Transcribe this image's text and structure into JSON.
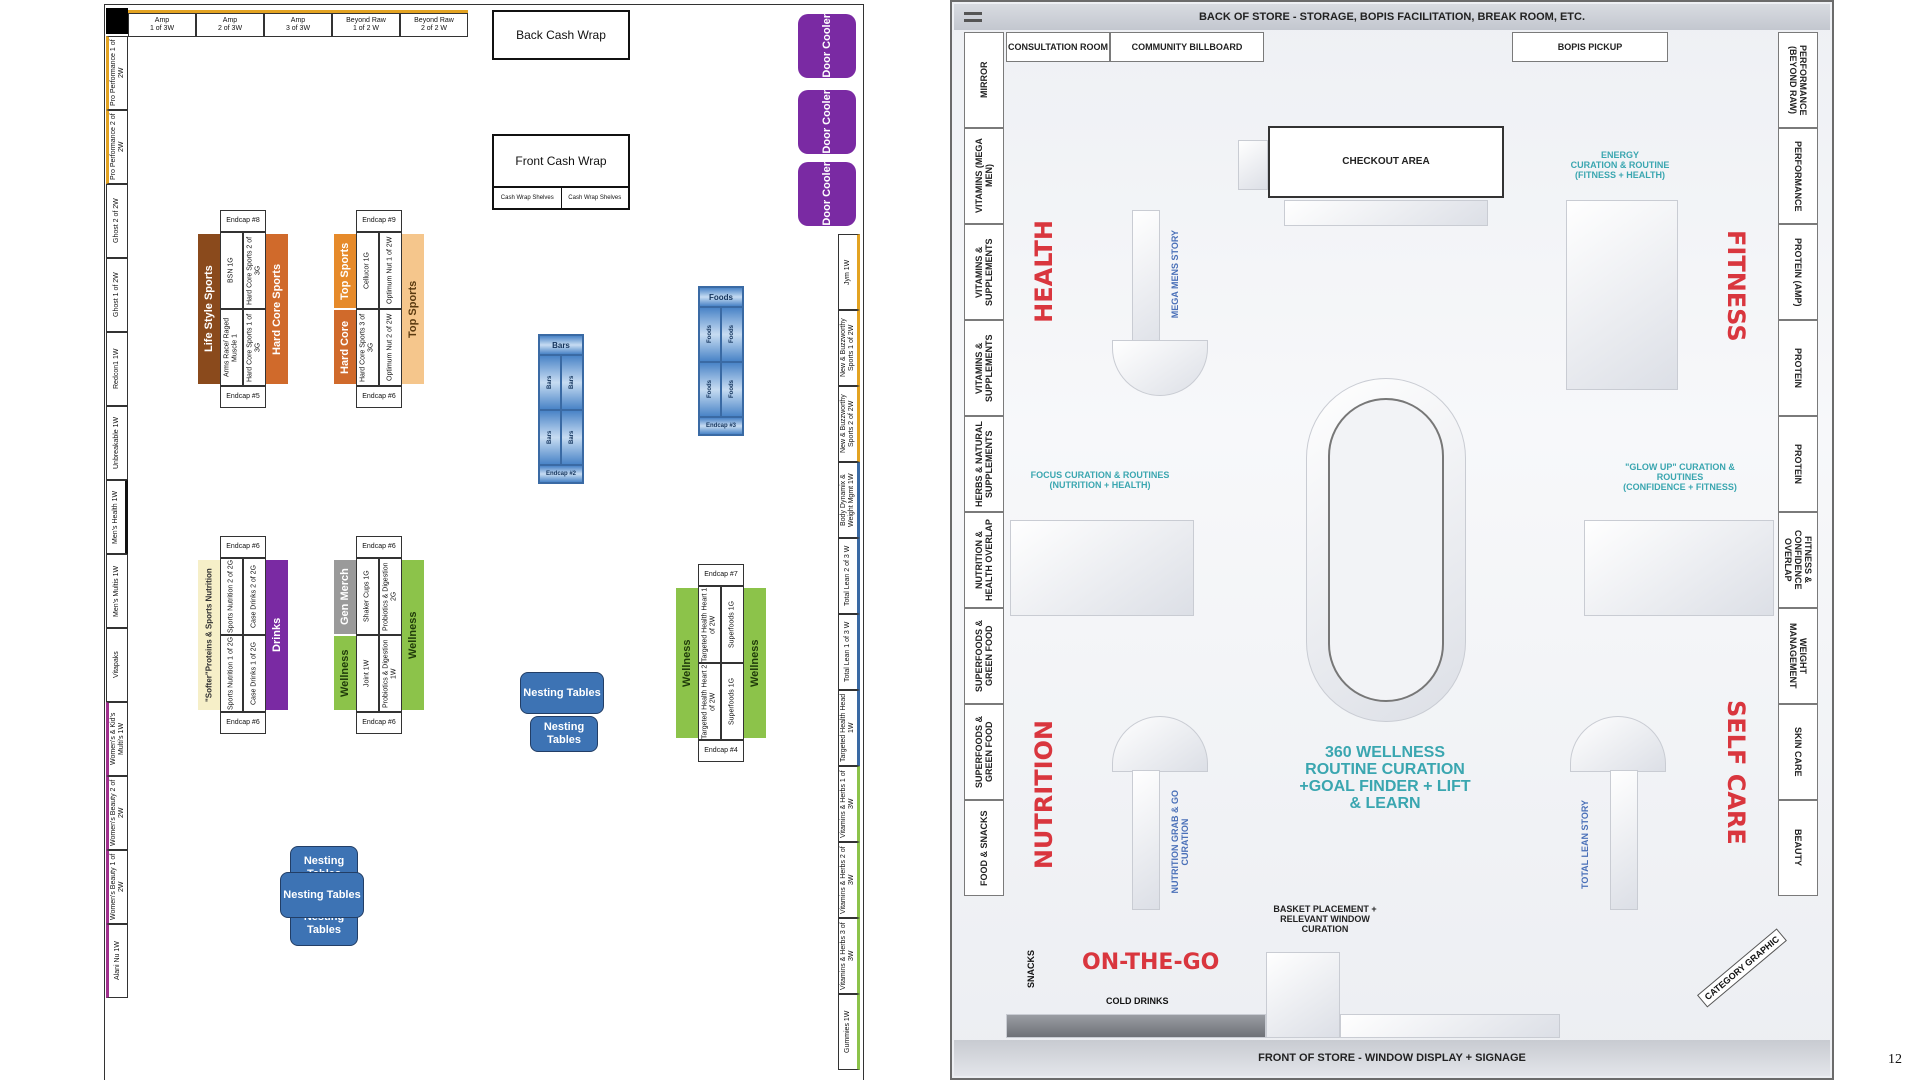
{
  "colors": {
    "purple": "#7a2aa3",
    "brown": "#8a4a1c",
    "orange": "#d06a2b",
    "peach": "#f5c68c",
    "green": "#8cc34a",
    "gray": "#9a9a9a",
    "cream": "#f6efc8",
    "blue": "#3d73b4",
    "red": "#d9363e"
  },
  "left": {
    "top_row": [
      "Amp\n1 of 3W",
      "Amp\n2 of 3W",
      "Amp\n3 of 3W",
      "Beyond Raw\n1 of 2 W",
      "Beyond Raw\n2 of 2 W"
    ],
    "back_cash_wrap": "Back Cash Wrap",
    "front_cash_wrap": "Front Cash Wrap",
    "cash_wrap_shelves": [
      "Cash Wrap Shelves",
      "Cash Wrap Shelves"
    ],
    "door_cooler": "Door Cooler",
    "left_wall": [
      "Pro Performance 1 of 2W",
      "Pro Performance 2 of 2W",
      "Ghost 2 of 2W",
      "Ghost 1 of 2W",
      "Redcon1 1W",
      "Unbreakable 1W",
      "Men's Health 1W",
      "Men's Multis 1W",
      "Vitapaks",
      "Women's & Kid's Multi's 1W",
      "Women's Beauty 2 of 2W",
      "Women's Beauty 1 of 2W",
      "Alani Nu 1W"
    ],
    "right_wall": [
      "Jym 1W",
      "New & Buzzworthy Sports 1 of 2W",
      "New & Buzzworthy Sports 2 of 2W",
      "Body Dynamix & Weight Mgmt 1W",
      "Total Lean 2 of 3 W",
      "Total Lean 1 of 3 W",
      "Targeted Health Head 1W",
      "Vitamins & Herbs 1 of 3W",
      "Vitamins & Herbs 2 of 3W",
      "Vitamins & Herbs 3 of 3W",
      "Gummies 1W"
    ],
    "gondola1": {
      "top": "Endcap #8",
      "bottom": "Endcap #5",
      "left_bar": "Life Style Sports",
      "right_bar": "Hard Core Sports",
      "cells": [
        "BSN 1G",
        "Hard Core Sports 2 of 3G",
        "Arms Race/ Raged Muscle 1",
        "Hard Core Sports 1 of 3G"
      ]
    },
    "gondola2": {
      "top": "Endcap #9",
      "bottom": "Endcap #6",
      "left_top_bar": "Top Sports",
      "left_bottom_bar": "Hard Core",
      "right_bar": "Top Sports",
      "cells": [
        "Cellucor 1G",
        "Optimum Nut 1 of 2W",
        "Hard Core Sports 3 of 3G",
        "Optimum Nut 2 of 2W"
      ]
    },
    "gondola3": {
      "top": "Endcap #6",
      "bottom": "Endcap #6",
      "left_bar": "\"Softer\"Proteins & Sports Nutrition",
      "right_bar": "Drinks",
      "cells": [
        "Sports Nutrition 2 of 2G",
        "Case Drinks 2 of 2G",
        "Sports Nutrition 1 of 2G",
        "Case Drinks 1 of 2G"
      ]
    },
    "gondola4": {
      "top": "Endcap #6",
      "bottom": "Endcap #6",
      "left_top_bar": "Gen Merch",
      "left_bottom_bar": "Wellness",
      "right_bar": "Wellness",
      "cells": [
        "Shaker Cups 1G",
        "Probiotics & Digestion 2G",
        "Joint 1W",
        "Probiotics & Digestion 1W"
      ]
    },
    "gondola5": {
      "top": "Endcap #7",
      "bottom": "Endcap #4",
      "left_bar": "Wellness",
      "right_bar": "Wellness",
      "cells": [
        "Targeted Health Heart 1 of 2W",
        "Superfoods 1G",
        "Targeted Health Heart 2 of 2W",
        "Superfoods 1G"
      ]
    },
    "bars_unit": {
      "title": "Bars",
      "slots": [
        "Bars",
        "Bars",
        "Bars",
        "Bars"
      ],
      "endcap": "Endcap #2"
    },
    "foods_unit": {
      "title": "Foods",
      "slots": [
        "Foods",
        "Foods",
        "Foods",
        "Foods"
      ],
      "endcap": "Endcap #3"
    },
    "nesting_tables": "Nesting Tables"
  },
  "right": {
    "back_banner": "BACK OF STORE - STORAGE, BOPIS FACILITATION, BREAK ROOM, ETC.",
    "front_banner": "FRONT OF STORE - WINDOW DISPLAY + SIGNAGE",
    "consultation": "CONSULTATION ROOM",
    "billboard": "COMMUNITY BILLBOARD",
    "bopis": "BOPIS PICKUP",
    "checkout": "CHECKOUT AREA",
    "left_wall": [
      "MIRROR",
      "VITAMINS (MEGA MEN)",
      "VITAMINS & SUPPLEMENTS",
      "VITAMINS & SUPPLEMENTS",
      "HERBS & NATURAL SUPPLEMENTS",
      "NUTRITION & HEALTH OVERLAP",
      "SUPERFOODS & GREEN FOOD",
      "SUPERFOODS & GREEN FOOD",
      "FOOD & SNACKS"
    ],
    "right_wall": [
      "PERFORMANCE (BEYOND RAW)",
      "PERFORMANCE",
      "PROTEIN (AMP)",
      "PROTEIN",
      "PROTEIN",
      "FITNESS & CONFIDENCE OVERLAP",
      "WEIGHT MANAGEMENT",
      "SKIN CARE",
      "BEAUTY"
    ],
    "zones": {
      "health": "HEALTH",
      "fitness": "FITNESS",
      "nutrition": "NUTRITION",
      "self_care": "SELF CARE",
      "on_the_go": "ON-THE-GO"
    },
    "mega_mens": "MEGA MENS STORY",
    "energy": "ENERGY\nCURATION & ROUTINE\n(FITNESS + HEALTH)",
    "focus": "FOCUS CURATION & ROUTINES\n(NUTRITION + HEALTH)",
    "glow": "\"GLOW UP\" CURATION &\nROUTINES\n(CONFIDENCE + FITNESS)",
    "center": "360 WELLNESS\nROUTINE CURATION\n+GOAL FINDER + LIFT\n& LEARN",
    "grab_go": "NUTRITION GRAB & GO\nCURATION",
    "total_lean": "TOTAL LEAN STORY",
    "basket": "BASKET PLACEMENT +\nRELEVANT WINDOW\nCURATION",
    "snacks": "SNACKS",
    "cold_drinks": "COLD DRINKS",
    "category_graphic": "CATEGORY GRAPHIC"
  },
  "page_number": "12"
}
